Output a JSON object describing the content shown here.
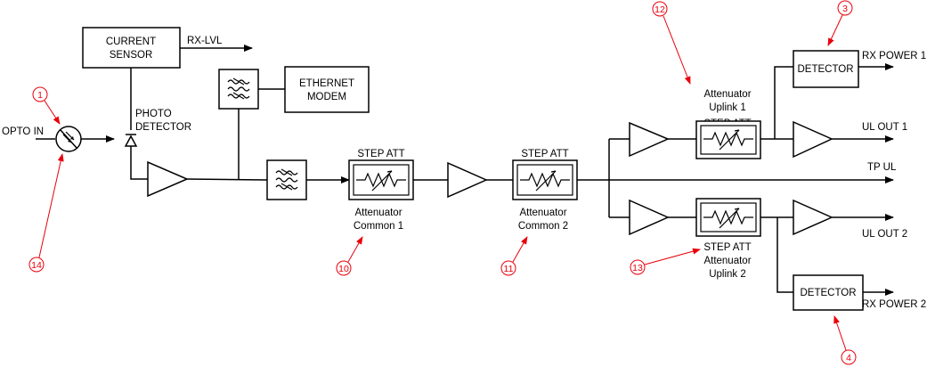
{
  "colors": {
    "line": "#000000",
    "callout": "#e8000b"
  },
  "labels": {
    "opto_in": "OPTO IN",
    "current_sensor_1": "CURRENT",
    "current_sensor_2": "SENSOR",
    "rx_lvl": "RX-LVL",
    "photo_detector_1": "PHOTO",
    "photo_detector_2": "DETECTOR",
    "ethernet_modem_1": "ETHERNET",
    "ethernet_modem_2": "MODEM",
    "step_att_common1": "STEP ATT",
    "attenuator_common1_1": "Attenuator",
    "attenuator_common1_2": "Common 1",
    "step_att_common2": "STEP ATT",
    "attenuator_common2_1": "Attenuator",
    "attenuator_common2_2": "Common 2",
    "attenuator_uplink1_1": "Attenuator",
    "attenuator_uplink1_2": "Uplink 1",
    "step_att_uplink1": "STEP ATT",
    "step_att_uplink2": "STEP ATT",
    "attenuator_uplink2_1": "Attenuator",
    "attenuator_uplink2_2": "Uplink 2",
    "detector_top": "DETECTOR",
    "detector_bottom": "DETECTOR",
    "rx_power_1": "RX POWER 1",
    "rx_power_2": "RX POWER 2",
    "ul_out_1": "UL OUT 1",
    "ul_out_2": "UL OUT 2",
    "tp_ul": "TP UL"
  },
  "callouts": [
    "1",
    "14",
    "10",
    "11",
    "12",
    "13",
    "3",
    "4"
  ]
}
